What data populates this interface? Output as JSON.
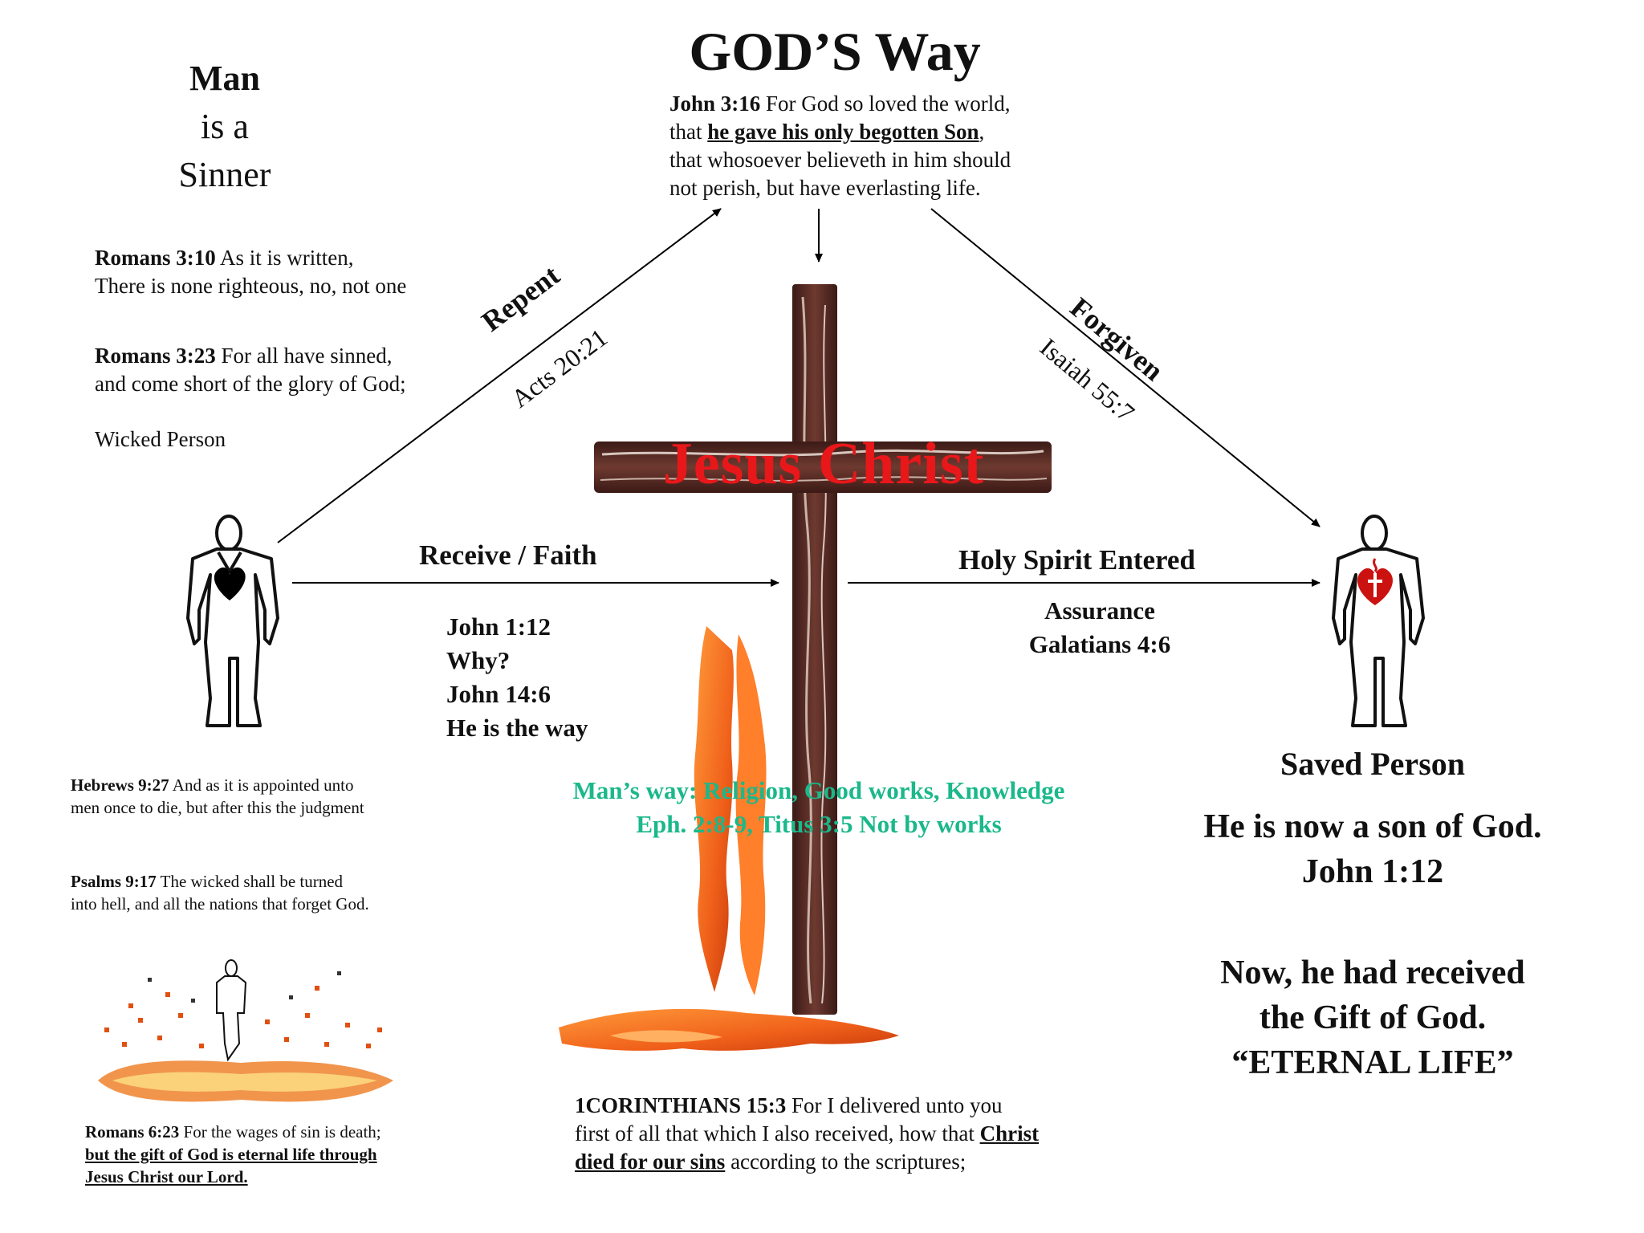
{
  "title": "GOD’S Way",
  "man_heading": {
    "line1": "Man",
    "line2": "is a",
    "line3": "Sinner"
  },
  "john316": {
    "ref": "John 3:16",
    "text1": " For God so loved the world,",
    "pre2": "that ",
    "underline2": "he gave his only begotten Son",
    "post2": ",",
    "text3": "that whosoever believeth in him should",
    "text4": "not perish, but have everlasting life."
  },
  "rom310": {
    "ref": "Romans 3:10",
    "text1": " As it is written,",
    "text2": "There is none righteous, no, not one"
  },
  "rom323": {
    "ref": "Romans 3:23",
    "text1": " For all have sinned,",
    "text2": "and come short of the glory of God;"
  },
  "wicked": "Wicked Person",
  "repent": {
    "label": "Repent",
    "ref": "Acts 20:21"
  },
  "forgiven": {
    "label": "Forgiven",
    "ref": "Isaiah 55:7"
  },
  "jesus_christ": "Jesus Christ",
  "receive_faith": "Receive / Faith",
  "faith_refs": [
    "John 1:12",
    "Why?",
    "John 14:6",
    "He is the way"
  ],
  "holy_spirit": "Holy Spirit Entered",
  "assurance": {
    "line1": "Assurance",
    "line2": "Galatians 4:6"
  },
  "mans_way": {
    "line1": "Man’s way: Religion, Good works, Knowledge",
    "line2": "Eph. 2:8-9, Titus 3:5 Not by works"
  },
  "heb927": {
    "ref": "Hebrews 9:27",
    "text1": " And as it is appointed unto",
    "text2": "men once to die, but after this the judgment"
  },
  "ps917": {
    "ref": "Psalms 9:17",
    "text1": " The wicked shall be turned",
    "text2": "into hell, and all the nations that forget God."
  },
  "rom623": {
    "ref": "Romans 6:23",
    "text1": " For the wages of sin is death;",
    "underline2": "but the gift of God is eternal life through",
    "underline3": "Jesus Christ our Lord."
  },
  "cor153": {
    "ref": "1CORINTHIANS 15:3",
    "text1": " For I delivered unto you",
    "text2": "first of all that which I also received, how that ",
    "underline2": "Christ",
    "underline3": "died for our sins",
    "text3": " according to the scriptures;"
  },
  "saved": {
    "label": "Saved Person",
    "son1": "He is now a son of God.",
    "son2": "John 1:12",
    "gift1": "Now, he had received",
    "gift2": "the Gift of God.",
    "gift3": "“ETERNAL LIFE”"
  },
  "colors": {
    "mans_way": "#1ab88a",
    "jesus_christ": "#e8171a",
    "heart_sinner": "#000000",
    "heart_saved": "#cc1111",
    "cross": "#5a2a22",
    "fire": "#f26a1b"
  },
  "icons": [
    "sinner-figure",
    "saved-figure",
    "cross",
    "fire",
    "hell-fire-figure",
    "black-heart-icon",
    "red-heart-cross-icon"
  ]
}
